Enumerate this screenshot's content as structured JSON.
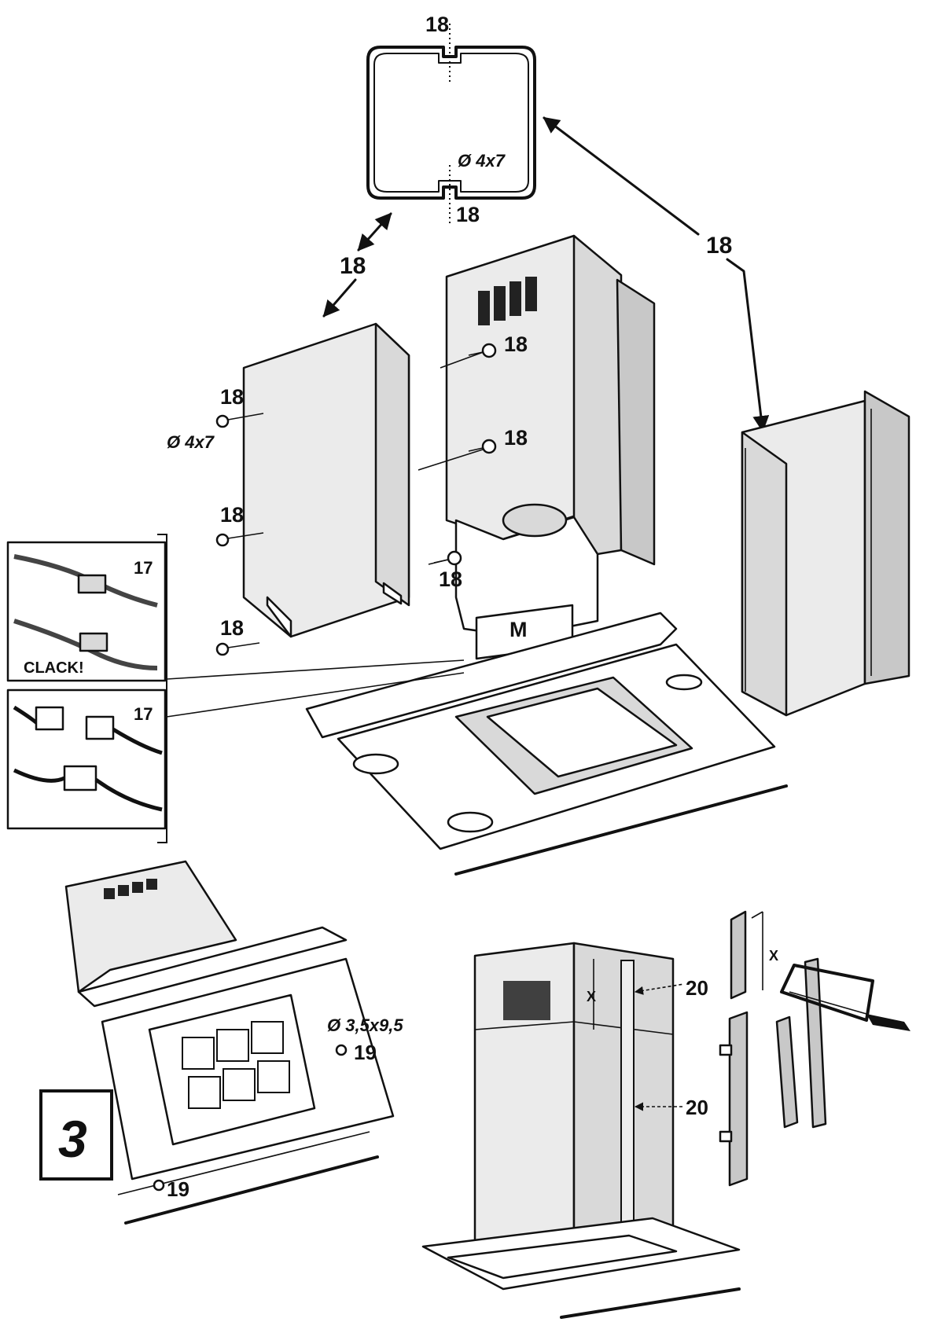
{
  "labels": {
    "part_18": "18",
    "part_17": "17",
    "part_19": "19",
    "part_20": "20",
    "screw_4x7": "Ø 4x7",
    "screw_35": "Ø 3,5x9,5",
    "clack": "CLACK!",
    "motor": "M",
    "dim_x": "X",
    "step": "3"
  },
  "colors": {
    "line": "#111111",
    "panel_fill": "#d9d9d9",
    "background": "#ffffff"
  }
}
